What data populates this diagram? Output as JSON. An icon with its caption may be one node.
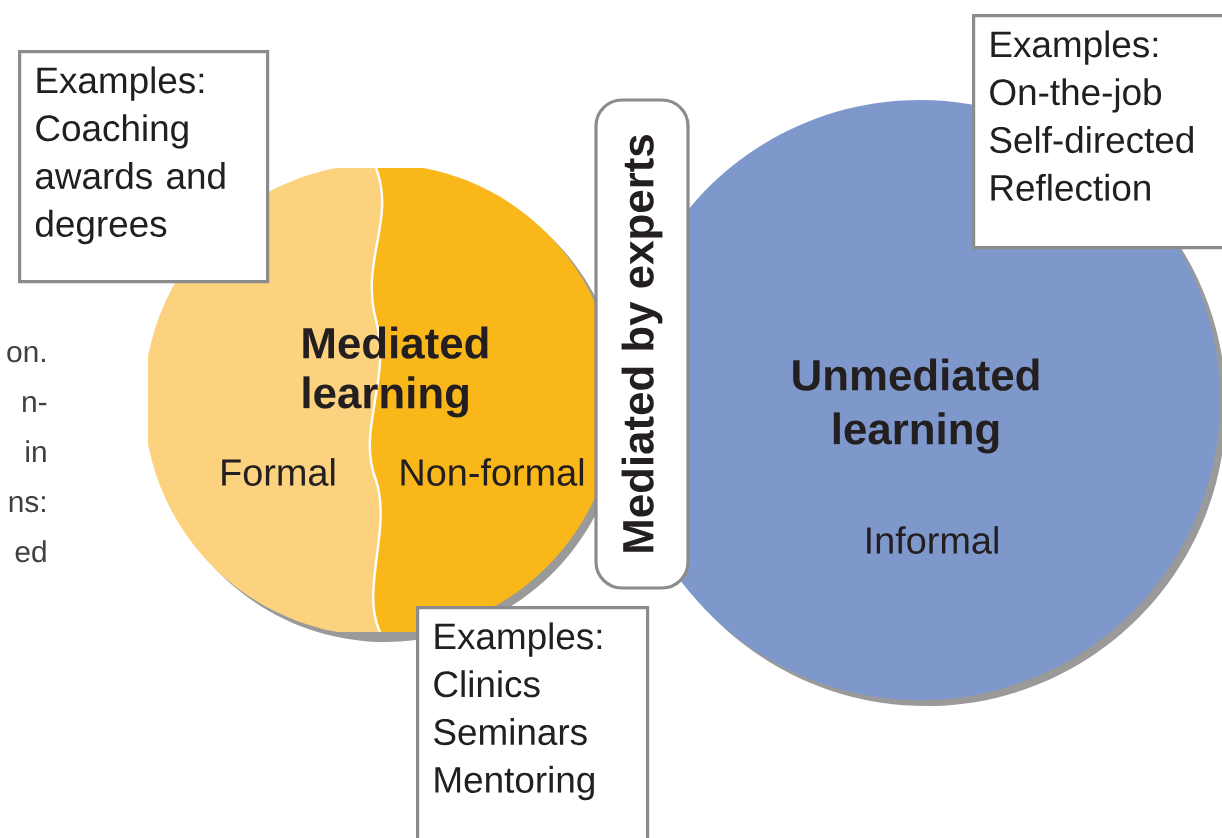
{
  "diagram": {
    "nodes": [
      {
        "text": [
          "Mediated learning"
        ]
      },
      {
        "text": [
          "Formal"
        ]
      },
      {
        "text": [
          "Non-formal"
        ]
      },
      {
        "text": [
          "Unmediated learning",
          "Informal"
        ]
      },
      {
        "text": [
          "Mediated by experts"
        ]
      },
      {
        "text": [
          "Examples:",
          "Coaching awards and degrees"
        ]
      },
      {
        "text": [
          "Examples:",
          "Clinics",
          "Seminars",
          "Mentoring"
        ]
      },
      {
        "text": [
          "Examples:",
          "On-the-job",
          "Self-directed",
          "Reflection"
        ]
      }
    ],
    "labels": [
      "on.",
      "n-",
      "in",
      "ns:",
      "ed"
    ]
  }
}
